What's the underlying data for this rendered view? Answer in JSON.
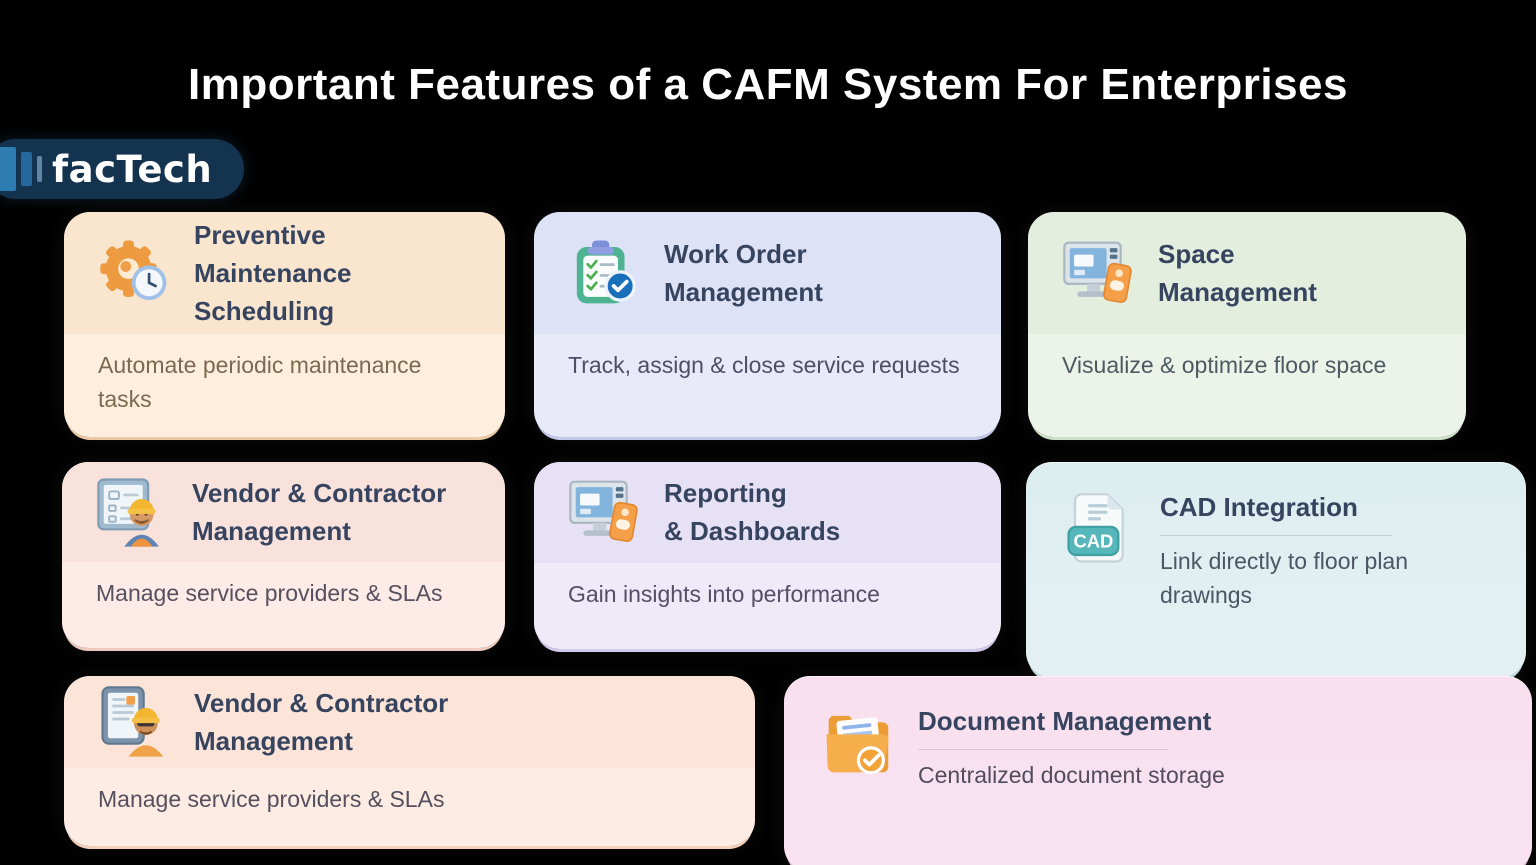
{
  "heading": {
    "text": "Important Features of a CAFM System For Enterprises",
    "color": "#ffffff"
  },
  "logo": {
    "text": "facTech",
    "bg": "#13334f",
    "text_color": "#ffffff",
    "bar_colors": [
      "#2d7cb2",
      "#26689b",
      "#5e87a6"
    ]
  },
  "card_title_color": "#36445f",
  "cards": [
    {
      "name": "preventive-maintenance-scheduling",
      "icon": "gear-clock-icon",
      "title_lines": [
        "Preventive",
        "Maintenance Scheduling"
      ],
      "desc_lines": [
        "Automate periodic maintenance",
        "tasks"
      ],
      "colors": {
        "bg_top": "#fae5cf",
        "bg_bottom": "#fdeede",
        "edge": "#edcaa6",
        "desc": "#7b6951"
      }
    },
    {
      "name": "work-order-management",
      "icon": "clipboard-check-icon",
      "title_lines": [
        "Work Order",
        "Management"
      ],
      "desc_lines": [
        "Track, assign & close service requests"
      ],
      "colors": {
        "bg_top": "#dee2f6",
        "bg_bottom": "#e8eafa",
        "edge": "#c4c9ec",
        "desc": "#4e4f66"
      }
    },
    {
      "name": "space-management",
      "icon": "monitor-tag-icon",
      "title_lines": [
        "Space",
        "Management"
      ],
      "desc_lines": [
        "Visualize & optimize floor space"
      ],
      "colors": {
        "bg_top": "#e3eedf",
        "bg_bottom": "#ecf3e9",
        "edge": "#cde0c8",
        "desc": "#4d5a61"
      }
    },
    {
      "name": "vendor-contractor-management",
      "icon": "worker-board-icon",
      "title_lines": [
        "Vendor & Contractor",
        "Management"
      ],
      "desc_lines": [
        "Manage service providers & SLAs"
      ],
      "colors": {
        "bg_top": "#fae2dc",
        "bg_bottom": "#fcebe6",
        "edge": "#f0c9c0",
        "desc": "#56505f"
      }
    },
    {
      "name": "reporting-dashboards",
      "icon": "monitor-tag-icon",
      "title_lines": [
        "Reporting",
        "& Dashboards"
      ],
      "desc_lines": [
        "Gain insights into performance"
      ],
      "colors": {
        "bg_top": "#e7e1f5",
        "bg_bottom": "#efeaf8",
        "edge": "#d3c9ea",
        "desc": "#544e66"
      }
    },
    {
      "name": "cad-integration",
      "icon": "cad-file-icon",
      "badge_label": "CAD",
      "title_lines": [
        "CAD Integration"
      ],
      "desc_lines": [
        "Link directly to floor plan",
        "drawings"
      ],
      "colors": {
        "bg_top": "#dcedf0",
        "bg_bottom": "#e4f1f3",
        "edge": "#c3dde2",
        "desc": "#4c5664"
      }
    },
    {
      "name": "vendor-contractor-management-2",
      "icon": "worker-tablet-icon",
      "title_lines": [
        "Vendor & Contractor",
        "Management"
      ],
      "desc_lines": [
        "Manage service providers & SLAs"
      ],
      "colors": {
        "bg_top": "#fce4d9",
        "bg_bottom": "#fdece3",
        "edge": "#f4d0ba",
        "desc": "#55505e"
      }
    },
    {
      "name": "document-management",
      "icon": "folder-check-icon",
      "title_lines": [
        "Document Management"
      ],
      "desc_lines": [
        "Centralized document storage"
      ],
      "colors": {
        "bg_top": "#f8dfee",
        "bg_bottom": "#f9e3f1",
        "edge": "#eac3dd",
        "desc": "#514d5c"
      }
    }
  ]
}
